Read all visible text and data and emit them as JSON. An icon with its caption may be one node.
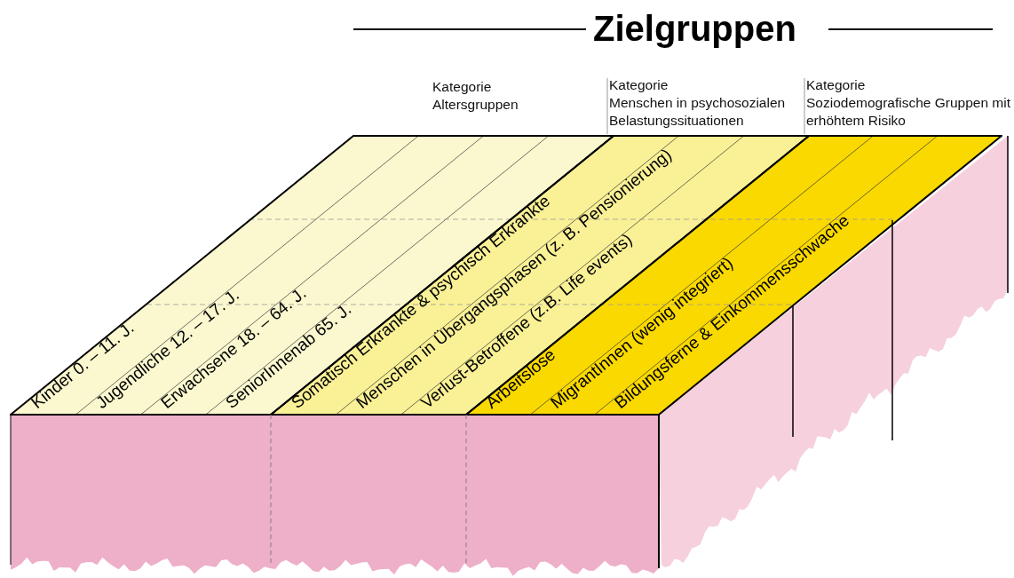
{
  "diagram": {
    "title": "Zielgruppen",
    "nodes": [
      {
        "text": [
          "Kinder 0. – 11. J."
        ]
      },
      {
        "text": [
          "Jugendliche 12. – 17. J."
        ]
      },
      {
        "text": [
          "Erwachsene 18. – 64. J."
        ]
      },
      {
        "text": [
          "SeniorInnenab 65. J."
        ]
      },
      {
        "text": [
          "Somatisch Erkrankte & psychisch Erkrankte"
        ]
      },
      {
        "text": [
          "Menschen in Übergangsphasen (z. B. Pensionierung)"
        ]
      },
      {
        "text": [
          "Verlust-Betroffene (z.B. Life events)"
        ]
      },
      {
        "text": [
          "Arbeitslose"
        ]
      },
      {
        "text": [
          "MigrantInnen (wenig integriert)"
        ]
      },
      {
        "text": [
          "Bildungsferne & Einkommensschwache"
        ]
      }
    ],
    "labels": [
      "Kategorie",
      "Altersgruppen",
      "Kategorie",
      "Menschen in psychosozialen Belastungssituationen",
      "Kategorie",
      "Soziodemografische Gruppen mit erhöhtem Risiko"
    ]
  }
}
